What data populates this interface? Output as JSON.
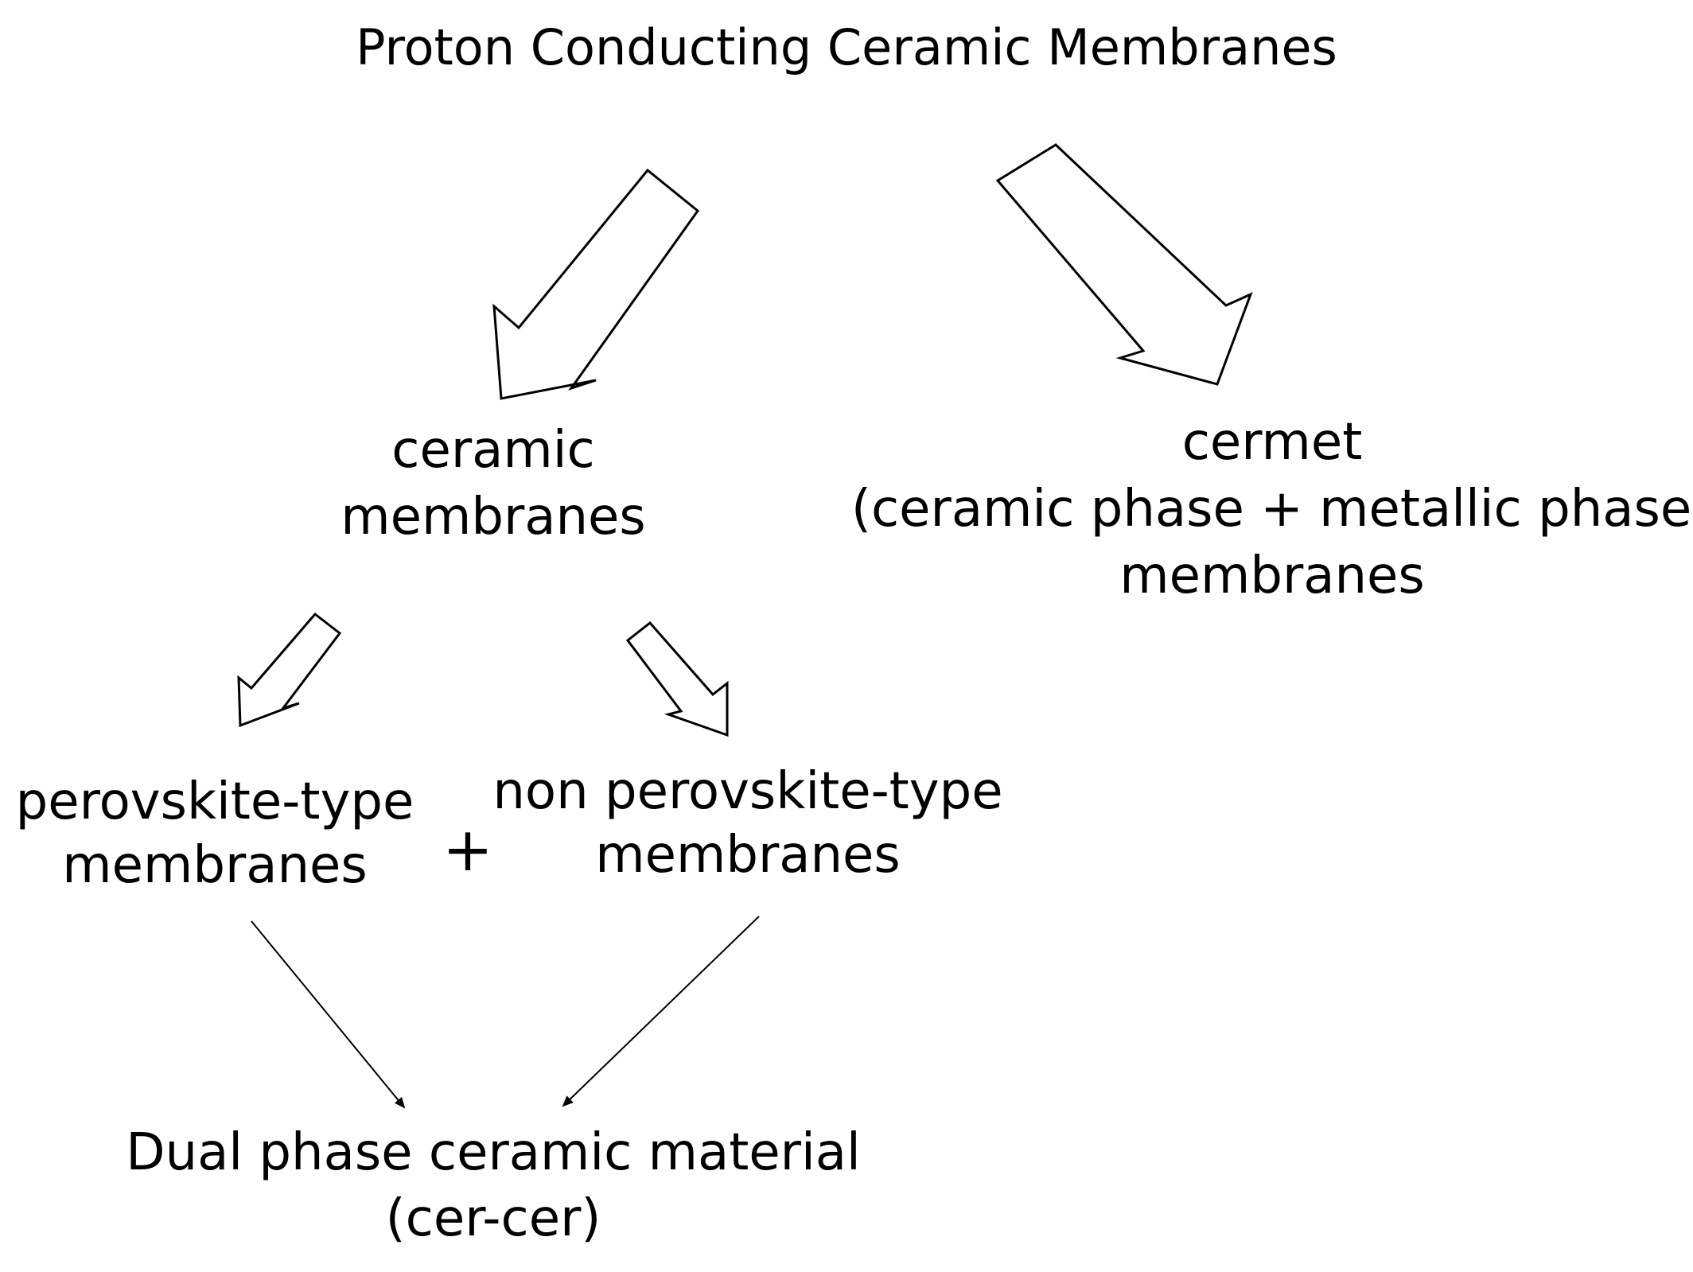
{
  "title": "Proton Conducting Ceramic Membranes",
  "nodes": {
    "ceramic": [
      "ceramic",
      "membranes"
    ],
    "cermet": [
      "cermet",
      "(ceramic phase + metallic phase)",
      "membranes"
    ],
    "perovskite": [
      "perovskite-type",
      "membranes"
    ],
    "non_perovskite": [
      "non perovskite-type",
      "membranes"
    ],
    "plus": "+",
    "dual_phase": [
      "Dual phase ceramic material",
      "(cer-cer)"
    ]
  },
  "colors": {
    "stroke": "#000000",
    "arrow_fill": "#ffffff",
    "text": "#000000"
  }
}
